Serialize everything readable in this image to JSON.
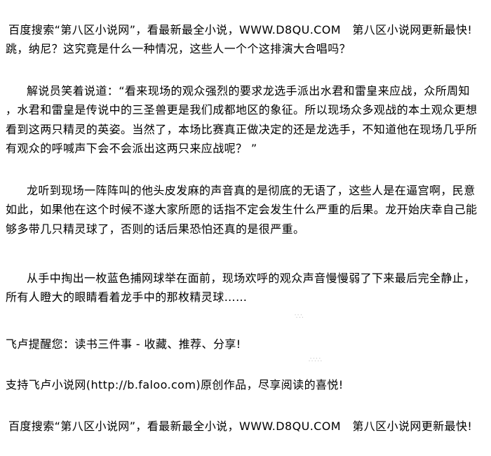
{
  "header_ad": "百度搜索“第八区小说网”，看最新最全小说，WWW.D8QU.COM　第八区小说网更新最快!",
  "paragraphs": [
    {
      "lines": [
        "跳，纳尼？这究竟是什么一种情况，这些人一个个这排演大合唱吗？"
      ]
    },
    {
      "lines": [
        "解说员笑着说道：“看来现场的观众强烈的要求龙选手派出水君和雷皇来应战，众所周知",
        "，水君和雷皇是传说中的三圣兽更是我们成都地区的象征。所以现场众多观战的本土观众更想",
        "看到这两只精灵的英姿。当然了，本场比赛真正做决定的还是龙选手，不知道他在现场几乎所",
        "有观众的呼喊声下会不会派出这两只来应战呢？ ”"
      ]
    },
    {
      "lines": [
        "龙听到现场一阵阵叫的他头皮发麻的声音真的是彻底的无语了，这些人是在逼宫啊，民意",
        "如此，如果他在这个时候不遂大家所愿的话指不定会发生什么严重的后果。龙开始庆幸自己能",
        "够多带几只精灵球了，否则的话后果恐怕还真的是很严重。"
      ]
    },
    {
      "lines": [
        "从手中掏出一枚蓝色捕网球举在面前，现场欢呼的观众声音慢慢弱了下来最后完全静止，",
        "所有人瞪大的眼睛看着龙手中的那枚精灵球……"
      ]
    }
  ],
  "reminder": "飞卢提醒您：读书三件事 - 收藏、推荐、分享!",
  "support": "支持飞卢小说网(http://b.faloo.com)原创作品，尽享阅读的喜悦!",
  "footer_ad": "百度搜索“第八区小说网”，看最新最全小说，WWW.D8QU.COM　第八区小说网更新最快!"
}
